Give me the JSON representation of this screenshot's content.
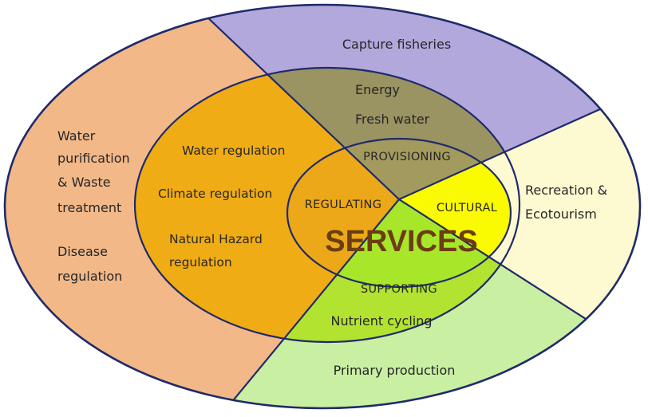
{
  "center": {
    "label": "SERVICES"
  },
  "categories": {
    "provisioning": "PROVISIONING",
    "regulating": "REGULATING",
    "cultural": "CULTURAL",
    "supporting": "SUPPORTING"
  },
  "outer_ring": {
    "top": "Capture fisheries",
    "left": [
      "Water",
      "purification",
      "& Waste",
      "treatment",
      "Disease",
      "regulation"
    ],
    "right": [
      "Recreation &",
      "Ecotourism"
    ],
    "bottom": "Primary production"
  },
  "middle_ring": {
    "top": [
      "Energy",
      "Fresh water"
    ],
    "left": [
      "Water regulation",
      "Climate regulation",
      "Natural Hazard",
      "regulation"
    ],
    "bottom": "Nutrient cycling"
  },
  "colors": {
    "provisioning_outer": "#b3a8dc",
    "provisioning_middle": "#9a9362",
    "provisioning_inner": "#a39a5e",
    "regulating_outer": "#f2b888",
    "regulating_middle": "#f0ac14",
    "regulating_inner": "#eca818",
    "cultural_outer": "#fdfad2",
    "cultural_inner": "#fafa00",
    "supporting_outer": "#c9efa2",
    "supporting_middle": "#b2e330",
    "supporting_inner": "#a8e62a",
    "border": "#1f2a6b"
  }
}
